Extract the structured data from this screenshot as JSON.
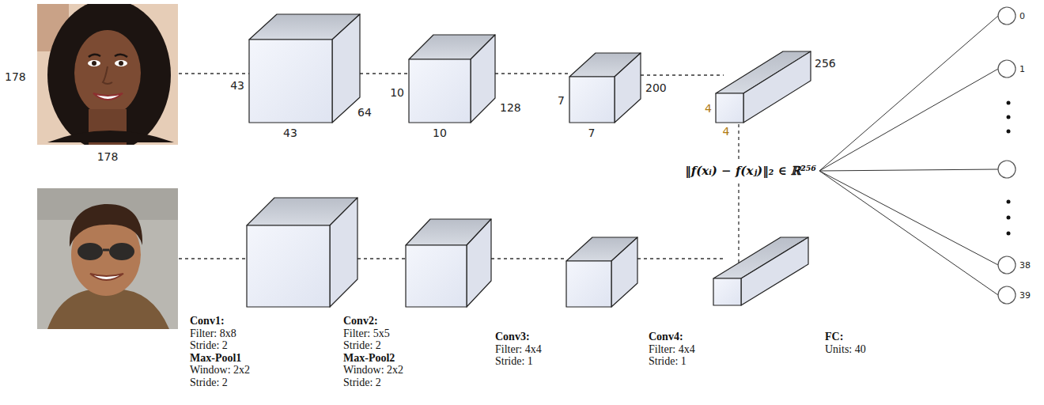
{
  "diagram": {
    "nodes": [
      {
        "text": [
          "0"
        ]
      },
      {
        "text": [
          "1"
        ]
      },
      {
        "text": [
          "38"
        ]
      },
      {
        "text": [
          "39"
        ]
      }
    ],
    "labels": [
      "178",
      "178",
      "43",
      "43",
      "64",
      "10",
      "10",
      "128",
      "7",
      "7",
      "200",
      "4",
      "4",
      "256",
      "‖f(xᵢ) − f(xⱼ)‖₂ ∈ ℝ²⁵⁶",
      "Conv1:",
      "Filter: 8x8",
      "Stride: 2",
      "Max-Pool1",
      "Window: 2x2",
      "Stride: 2",
      "Conv2:",
      "Filter: 5x5",
      "Stride: 2",
      "Max-Pool2",
      "Window: 2x2",
      "Stride: 2",
      "Conv3:",
      "Filter: 4x4",
      "Stride: 1",
      "Conv4:",
      "Filter: 4x4",
      "Stride: 1",
      "FC:",
      "Units: 40"
    ]
  }
}
